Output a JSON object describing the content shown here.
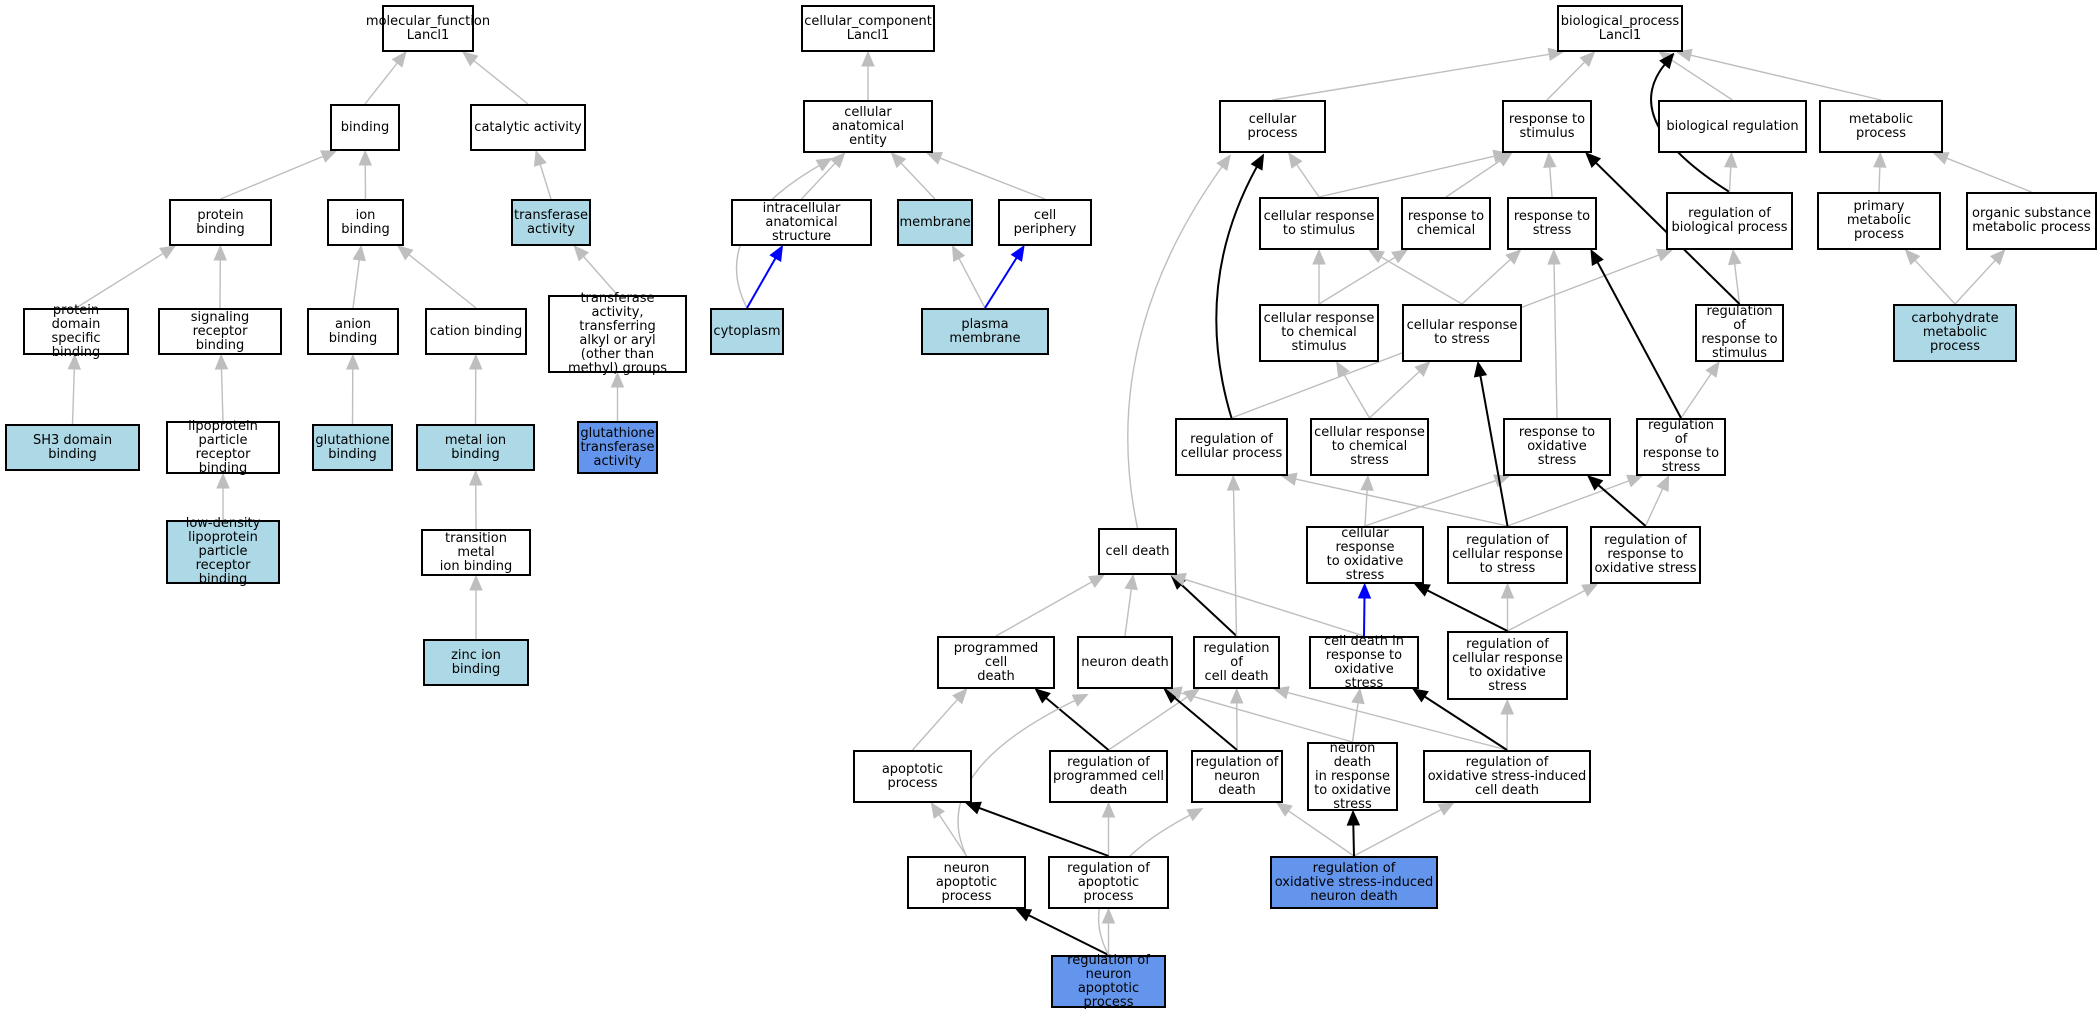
{
  "colors": {
    "node_border": "#000000",
    "node_fill": "#ffffff",
    "light_fill": "#add8e6",
    "dark_fill": "#6495ed",
    "edge_gray": "#bebebe",
    "edge_black": "#000000",
    "edge_blue": "#0000ff"
  },
  "nodes": {
    "mf_root": {
      "label": "molecular_function\nLancl1",
      "fill": "white"
    },
    "binding": {
      "label": "binding",
      "fill": "white"
    },
    "catalytic": {
      "label": "catalytic activity",
      "fill": "white"
    },
    "protein_binding": {
      "label": "protein binding",
      "fill": "white"
    },
    "ion_binding": {
      "label": "ion binding",
      "fill": "white"
    },
    "transferase": {
      "label": "transferase\nactivity",
      "fill": "light"
    },
    "protein_domain": {
      "label": "protein domain\nspecific binding",
      "fill": "white"
    },
    "signaling_receptor": {
      "label": "signaling receptor\nbinding",
      "fill": "white"
    },
    "anion_binding": {
      "label": "anion binding",
      "fill": "white"
    },
    "cation_binding": {
      "label": "cation binding",
      "fill": "white"
    },
    "transferase_alkyl": {
      "label": "transferase\nactivity, transferring\nalkyl or aryl\n(other than\nmethyl) groups",
      "fill": "white"
    },
    "sh3": {
      "label": "SH3 domain binding",
      "fill": "light"
    },
    "lipoprotein_receptor": {
      "label": "lipoprotein\nparticle receptor\nbinding",
      "fill": "white"
    },
    "glutathione_binding": {
      "label": "glutathione\nbinding",
      "fill": "light"
    },
    "metal_ion": {
      "label": "metal ion binding",
      "fill": "light"
    },
    "gst": {
      "label": "glutathione\ntransferase\nactivity",
      "fill": "dark"
    },
    "ldl_receptor": {
      "label": "low-density\nlipoprotein\nparticle receptor\nbinding",
      "fill": "light"
    },
    "transition_metal": {
      "label": "transition metal\nion binding",
      "fill": "white"
    },
    "zinc": {
      "label": "zinc ion binding",
      "fill": "light"
    },
    "cc_root": {
      "label": "cellular_component\nLancl1",
      "fill": "white"
    },
    "cae": {
      "label": "cellular anatomical\nentity",
      "fill": "white"
    },
    "intracellular": {
      "label": "intracellular\nanatomical structure",
      "fill": "white"
    },
    "membrane": {
      "label": "membrane",
      "fill": "light"
    },
    "cell_periphery": {
      "label": "cell periphery",
      "fill": "white"
    },
    "cytoplasm": {
      "label": "cytoplasm",
      "fill": "light"
    },
    "plasma_membrane": {
      "label": "plasma membrane",
      "fill": "light"
    },
    "bp_root": {
      "label": "biological_process\nLancl1",
      "fill": "white"
    },
    "cellular_process": {
      "label": "cellular process",
      "fill": "white"
    },
    "response_stimulus": {
      "label": "response to\nstimulus",
      "fill": "white"
    },
    "bio_reg": {
      "label": "biological regulation",
      "fill": "white"
    },
    "metabolic": {
      "label": "metabolic process",
      "fill": "white"
    },
    "cell_resp_stimulus": {
      "label": "cellular response\nto stimulus",
      "fill": "white"
    },
    "resp_chemical": {
      "label": "response to\nchemical",
      "fill": "white"
    },
    "resp_stress": {
      "label": "response to\nstress",
      "fill": "white"
    },
    "reg_bio_process": {
      "label": "regulation of\nbiological process",
      "fill": "white"
    },
    "primary_metabolic": {
      "label": "primary metabolic\nprocess",
      "fill": "white"
    },
    "organic_metabolic": {
      "label": "organic substance\nmetabolic process",
      "fill": "white"
    },
    "cell_resp_chem_stim": {
      "label": "cellular response\nto chemical\nstimulus",
      "fill": "white"
    },
    "cell_resp_stress": {
      "label": "cellular response\nto stress",
      "fill": "white"
    },
    "reg_resp_stimulus": {
      "label": "regulation of\nresponse to\nstimulus",
      "fill": "white"
    },
    "carbohydrate": {
      "label": "carbohydrate\nmetabolic process",
      "fill": "light"
    },
    "reg_cellular_process": {
      "label": "regulation of\ncellular process",
      "fill": "white"
    },
    "cell_resp_chem_stress": {
      "label": "cellular response\nto chemical\nstress",
      "fill": "white"
    },
    "resp_oxidative": {
      "label": "response to\noxidative stress",
      "fill": "white"
    },
    "reg_resp_stress": {
      "label": "regulation of\nresponse to\nstress",
      "fill": "white"
    },
    "cell_death": {
      "label": "cell death",
      "fill": "white"
    },
    "cell_resp_oxidative": {
      "label": "cellular response\nto oxidative\nstress",
      "fill": "white"
    },
    "reg_cell_resp_stress": {
      "label": "regulation of\ncellular response\nto stress",
      "fill": "white"
    },
    "reg_resp_oxidative": {
      "label": "regulation of\nresponse to\noxidative stress",
      "fill": "white"
    },
    "programmed_cell_death": {
      "label": "programmed cell\ndeath",
      "fill": "white"
    },
    "neuron_death": {
      "label": "neuron death",
      "fill": "white"
    },
    "reg_cell_death": {
      "label": "regulation of\ncell death",
      "fill": "white"
    },
    "cd_oxidative": {
      "label": "cell death in\nresponse to\noxidative stress",
      "fill": "white"
    },
    "reg_cell_resp_oxidative": {
      "label": "regulation of\ncellular response\nto oxidative\nstress",
      "fill": "white"
    },
    "apoptotic": {
      "label": "apoptotic process",
      "fill": "white"
    },
    "reg_pcd": {
      "label": "regulation of\nprogrammed cell\ndeath",
      "fill": "white"
    },
    "reg_neuron_death": {
      "label": "regulation of\nneuron death",
      "fill": "white"
    },
    "nd_oxidative": {
      "label": "neuron death\nin response\nto oxidative\nstress",
      "fill": "white"
    },
    "reg_ox_cell_death": {
      "label": "regulation of\noxidative stress-induced\ncell death",
      "fill": "white"
    },
    "neuron_apoptotic": {
      "label": "neuron apoptotic\nprocess",
      "fill": "white"
    },
    "reg_apoptotic": {
      "label": "regulation of\napoptotic process",
      "fill": "white"
    },
    "reg_ox_neuron_death": {
      "label": "regulation of\noxidative stress-induced\nneuron death",
      "fill": "dark"
    },
    "reg_neuron_apoptotic": {
      "label": "regulation of\nneuron apoptotic\nprocess",
      "fill": "dark"
    }
  }
}
